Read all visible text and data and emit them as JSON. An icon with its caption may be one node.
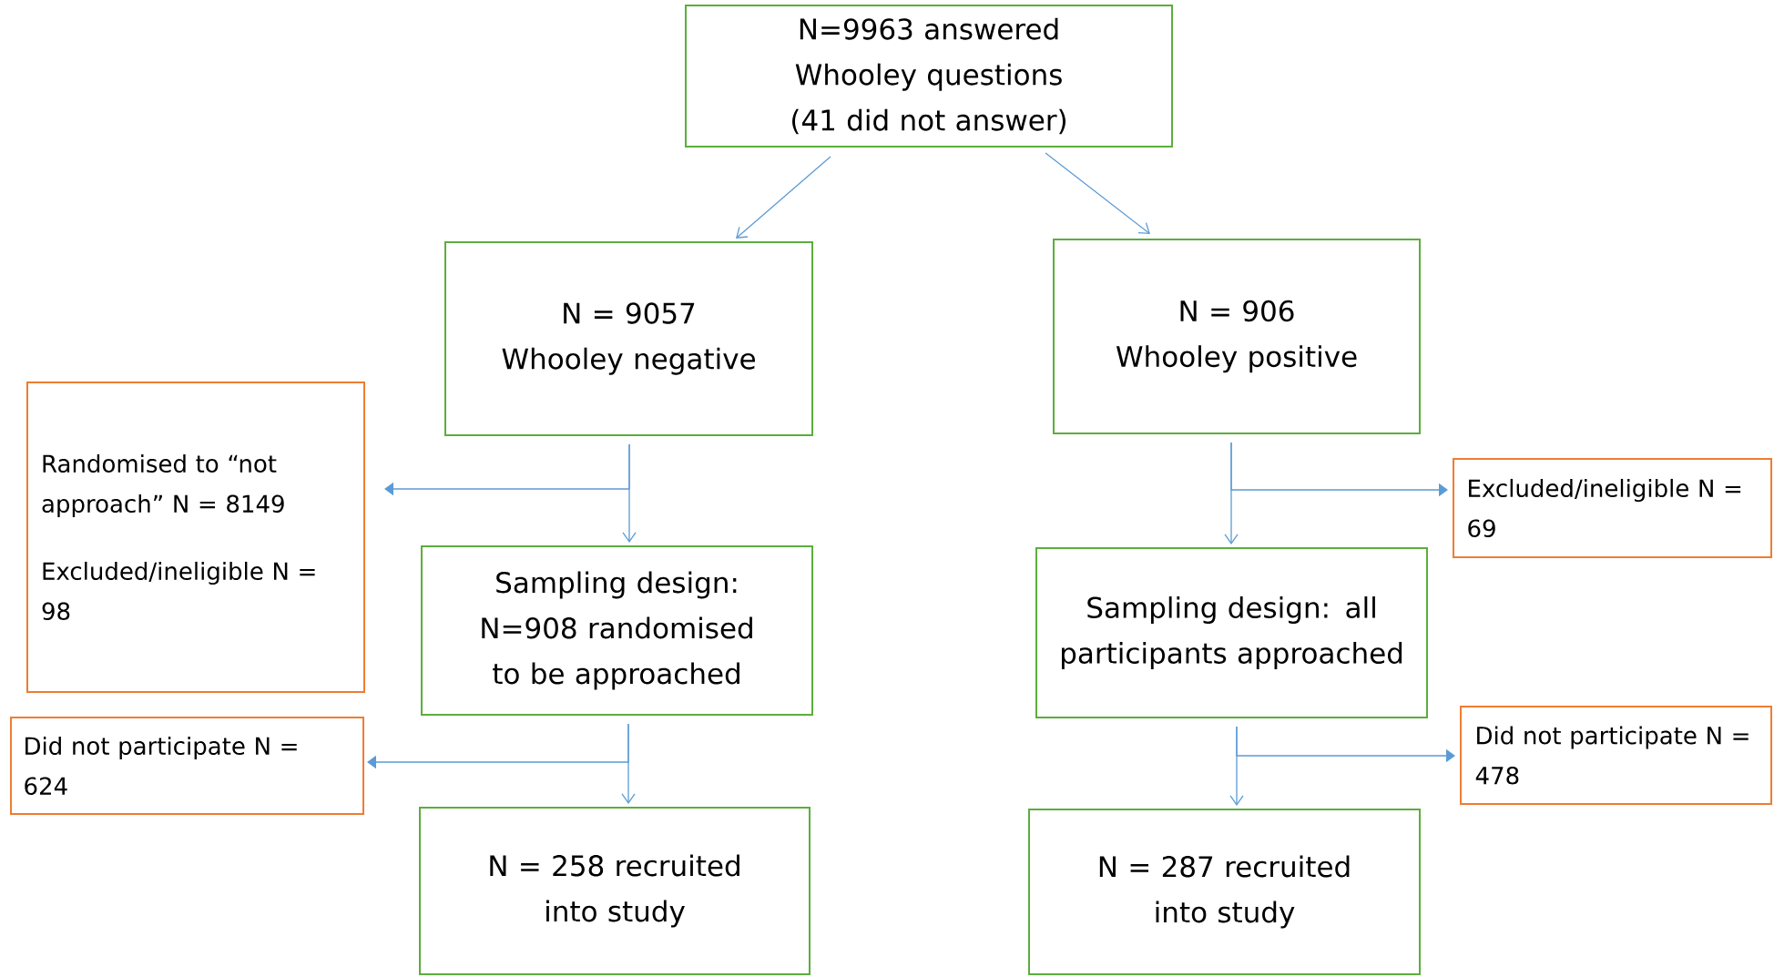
{
  "diagram": {
    "nodes": [
      {
        "text": [
          "N=9963 answered Whooley questions",
          "(41 did not answer)"
        ]
      },
      {
        "text": [
          "N = 9057 Whooley negative"
        ]
      },
      {
        "text": [
          "N = 906 Whooley positive"
        ]
      },
      {
        "text": [
          "Randomised to “not approach” N = 8149",
          "Excluded/ineligible N = 98"
        ]
      },
      {
        "text": [
          "Sampling design: N=908 randomised to be approached"
        ]
      },
      {
        "text": [
          "Sampling design: all participants approached"
        ]
      },
      {
        "text": [
          "Excluded/ineligible N = 69"
        ]
      },
      {
        "text": [
          "Did not participate N = 624"
        ]
      },
      {
        "text": [
          "Did not participate N = 478"
        ]
      },
      {
        "text": [
          "N = 258 recruited into study"
        ]
      },
      {
        "text": [
          "N = 287 recruited into study"
        ]
      }
    ],
    "edges": [
      {
        "from": 0,
        "to": 1,
        "arrow": "to"
      },
      {
        "from": 0,
        "to": 2,
        "arrow": "to"
      },
      {
        "from": 1,
        "to": 4,
        "arrow": "to"
      },
      {
        "from": 1,
        "to": 3,
        "arrow": "to"
      },
      {
        "from": 2,
        "to": 5,
        "arrow": "to"
      },
      {
        "from": 2,
        "to": 6,
        "arrow": "to"
      },
      {
        "from": 4,
        "to": 9,
        "arrow": "to"
      },
      {
        "from": 4,
        "to": 7,
        "arrow": "to"
      },
      {
        "from": 5,
        "to": 10,
        "arrow": "to"
      },
      {
        "from": 5,
        "to": 8,
        "arrow": "to"
      }
    ]
  }
}
